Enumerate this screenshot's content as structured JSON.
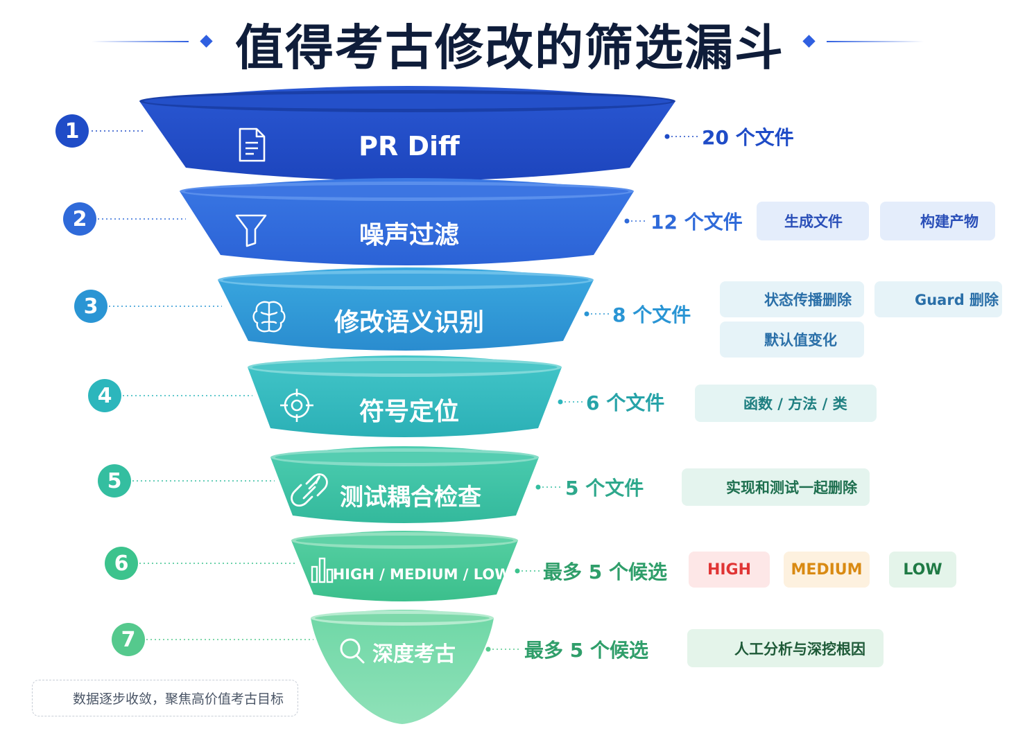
{
  "title": "值得考古修改的筛选漏斗",
  "stages": [
    {
      "number": "1",
      "label": "PR Diff",
      "count": "20 个文件",
      "icon": "document-icon",
      "color": "#1f4cc7"
    },
    {
      "number": "2",
      "label": "噪声过滤",
      "count": "12 个文件",
      "icon": "filter-icon",
      "color": "#2f6ad9"
    },
    {
      "number": "3",
      "label": "修改语义识别",
      "count": "8 个文件",
      "icon": "brain-icon",
      "color": "#2a95d4"
    },
    {
      "number": "4",
      "label": "符号定位",
      "count": "6 个文件",
      "icon": "target-icon",
      "color": "#2cb6bc"
    },
    {
      "number": "5",
      "label": "测试耦合检查",
      "count": "5 个文件",
      "icon": "link-icon",
      "color": "#34bea0"
    },
    {
      "number": "6",
      "label": "HIGH / MEDIUM / LOW",
      "count": "最多 5 个候选",
      "icon": "bar-chart-icon",
      "color": "#3cc38d"
    },
    {
      "number": "7",
      "label": "深度考古",
      "count": "最多 5 个候选",
      "icon": "search-icon",
      "color": "#55c98d"
    }
  ],
  "tags": {
    "stage2": [
      "生成文件",
      "构建产物"
    ],
    "stage3": [
      "状态传播删除",
      "Guard 删除",
      "默认值变化"
    ],
    "stage4": [
      "函数 / 方法 / 类"
    ],
    "stage5": [
      "实现和测试一起删除"
    ],
    "stage6": [
      "HIGH",
      "MEDIUM",
      "LOW"
    ],
    "stage7": [
      "人工分析与深挖根因"
    ]
  },
  "tag_colors": {
    "high": "#e03535",
    "medium": "#d98a13",
    "low": "#1f7a45"
  },
  "note": "数据逐步收敛，聚焦高价值考古目标"
}
